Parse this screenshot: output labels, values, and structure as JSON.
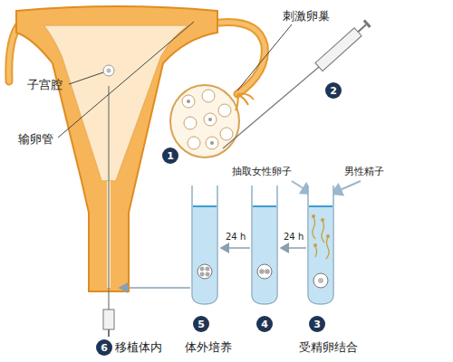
{
  "diagram": {
    "nodes": [
      {
        "text": [
          "2"
        ]
      },
      {
        "text": [
          "1"
        ]
      },
      {
        "text": [
          "5"
        ]
      },
      {
        "text": [
          "4"
        ]
      },
      {
        "text": [
          "3"
        ]
      },
      {
        "text": [
          "6"
        ]
      }
    ],
    "labels": [
      "子宫腔",
      "刺激卵巢",
      "输卵管",
      "抽取女性卵子",
      "男性精子",
      "24 h",
      "24 h",
      "移植体内",
      "体外培养",
      "受精卵结合"
    ]
  }
}
